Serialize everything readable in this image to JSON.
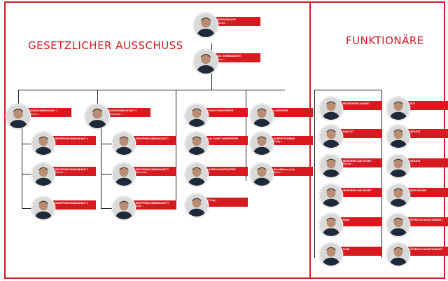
{
  "left_section_title": "GESETZLICHER AUSSCHUSS",
  "right_section_title": "FUNKTIONÄRE",
  "colors": {
    "accent": "#d71920",
    "line": "#222222",
    "photo_bg": "#cfcfcf"
  },
  "top": [
    {
      "role": "KOMMANDANT",
      "name": "Harald ...",
      "photo": "person-photo-icon"
    },
    {
      "role": "stv. KOMMANDANT",
      "name": "Peter ...",
      "photo": "person-photo-icon"
    }
  ],
  "col1": [
    {
      "role": "ZUGSKOMMANDANT 1",
      "name": "Ernest ...",
      "photo": "person-photo-icon"
    },
    {
      "role": "GRUPPENKOMMANDANT 1",
      "name": "...",
      "photo": "person-photo-icon"
    },
    {
      "role": "GRUPPENKOMMANDANT 2",
      "name": "Markus ...",
      "photo": "person-photo-icon"
    },
    {
      "role": "GRUPPENKOMMANDANT 3",
      "name": "...",
      "photo": "person-photo-icon"
    }
  ],
  "col2": [
    {
      "role": "ZUGSKOMMANDANT 2",
      "name": "Maximilian ...",
      "photo": "person-photo-icon"
    },
    {
      "role": "GRUPPENKOMMANDANT 1",
      "name": "...",
      "photo": "person-photo-icon"
    },
    {
      "role": "GRUPPENKOMMANDANT 2",
      "name": "Alexander ...",
      "photo": "person-photo-icon"
    },
    {
      "role": "GRUPPENKOMMANDANT 3",
      "name": "Tanja ...",
      "photo": "person-photo-icon"
    }
  ],
  "col3": [
    {
      "role": "FUNKTIONSPRÜFER",
      "name": "...",
      "photo": "person-photo-icon"
    },
    {
      "role": "stv. FUNKTIONSPRÜFER",
      "name": "...",
      "photo": "person-photo-icon"
    },
    {
      "role": "AUSBILDUNGSLEITER",
      "name": "...",
      "photo": "person-photo-icon"
    },
    {
      "role": "",
      "name": "Philipp ...",
      "photo": "person-photo-icon"
    }
  ],
  "col4": [
    {
      "role": "KASSIERER",
      "name": "...",
      "photo": "person-photo-icon"
    },
    {
      "role": "SCHRIFTFÜHRER",
      "name": "Philipp ...",
      "photo": "person-photo-icon"
    },
    {
      "role": "Schriftführer (LA)",
      "name": "Simon ...",
      "photo": "person-photo-icon"
    }
  ],
  "col5": [
    {
      "role": "FEUERWEHRJUGEND",
      "name": "...",
      "photo": "person-photo-icon"
    },
    {
      "role": "SANITÄT",
      "name": "...",
      "photo": "person-photo-icon"
    },
    {
      "role": "SENIOREN UND SPORT",
      "name": "Michael ...",
      "photo": "person-photo-icon"
    },
    {
      "role": "SENIOREN UND SPORT",
      "name": "...",
      "photo": "person-photo-icon"
    },
    {
      "role": "FUNK",
      "name": "...",
      "photo": "person-photo-icon"
    },
    {
      "role": "FUNK",
      "name": "...",
      "photo": "person-photo-icon"
    }
  ],
  "col6": [
    {
      "role": "EDV",
      "name": "...",
      "photo": "person-photo-icon"
    },
    {
      "role": "GERÄTE",
      "name": "...",
      "photo": "person-photo-icon"
    },
    {
      "role": "GERÄTE",
      "name": "...",
      "photo": "person-photo-icon"
    },
    {
      "role": "BEKLEIDUNG",
      "name": "...",
      "photo": "person-photo-icon"
    },
    {
      "role": "ÖFFENTLICHKEITSARBEIT",
      "name": "...",
      "photo": "person-photo-icon"
    },
    {
      "role": "ÖFFENTLICHKEITSARBEIT",
      "name": "...",
      "photo": "person-photo-icon"
    }
  ]
}
